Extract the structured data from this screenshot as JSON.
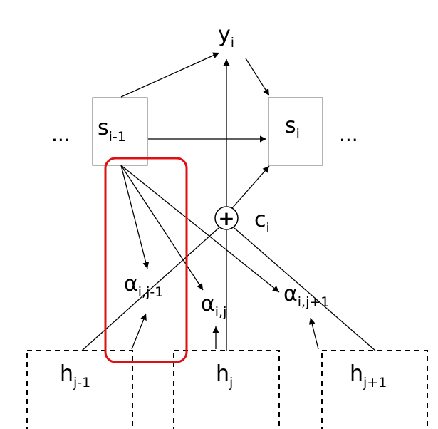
{
  "nodes": {
    "y": {
      "main": "y",
      "sub": "i"
    },
    "s_prev": {
      "main": "s",
      "sub": "i-1"
    },
    "s_cur": {
      "main": "s",
      "sub": "i"
    },
    "c": {
      "main": "c",
      "sub": "i"
    },
    "plus": "+",
    "alpha_prev": {
      "main": "α",
      "sub": "i,j-1"
    },
    "alpha_cur": {
      "main": "α",
      "sub": "i,j"
    },
    "alpha_next": {
      "main": "α",
      "sub": "i,j+1"
    },
    "h_prev": {
      "main": "h",
      "sub": "j-1"
    },
    "h_cur": {
      "main": "h",
      "sub": "j"
    },
    "h_next": {
      "main": "h",
      "sub": "j+1"
    },
    "ellipsis_left": "...",
    "ellipsis_right": "..."
  },
  "highlight_color": "#dd1111"
}
